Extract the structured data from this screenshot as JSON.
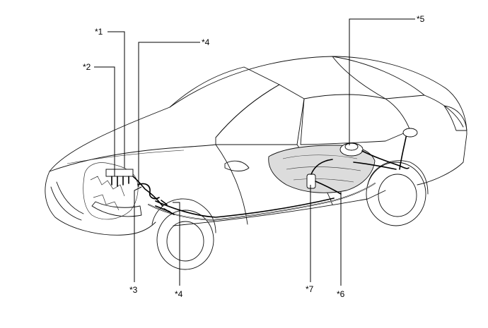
{
  "callouts": {
    "c1": "*1",
    "c2": "*2",
    "c3": "*3",
    "c4_top": "*4",
    "c4_bottom": "*4",
    "c5": "*5",
    "c6": "*6",
    "c7": "*7"
  },
  "colors": {
    "line": "#000000",
    "background": "#ffffff",
    "tank_shade": "#dcdcdc"
  }
}
